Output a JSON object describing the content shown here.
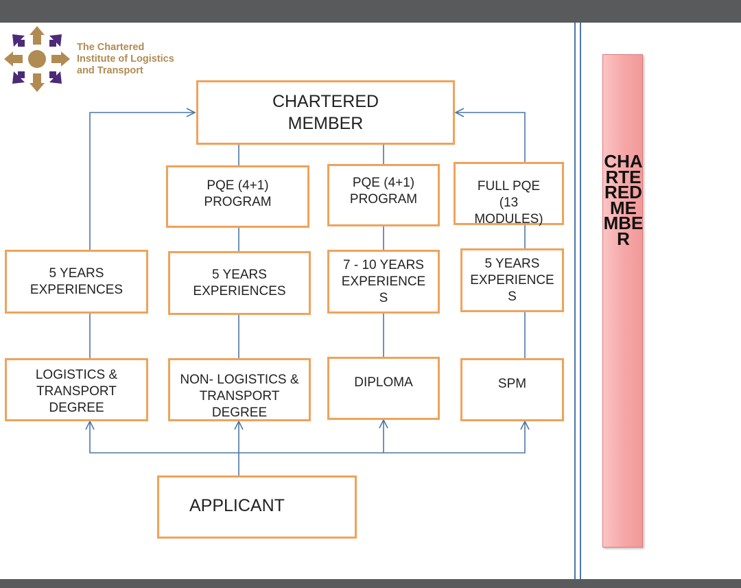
{
  "logo": {
    "lines": [
      "The Chartered",
      "Institute of Logistics",
      "and Transport"
    ],
    "colors": {
      "purple": "#4b2a78",
      "gold": "#b08b52"
    }
  },
  "nodes": {
    "chartered_member": [
      "CHARTERED",
      "MEMBER"
    ],
    "pqe_1": [
      "PQE (4+1)",
      "PROGRAM"
    ],
    "pqe_2": [
      "PQE (4+1)",
      "PROGRAM"
    ],
    "full_pqe": [
      "FULL PQE",
      "(13",
      "MODULES)"
    ],
    "exp_1": [
      "5 YEARS",
      "EXPERIENCES"
    ],
    "exp_2": [
      "5 YEARS",
      "EXPERIENCES"
    ],
    "exp_3": [
      "7 - 10 YEARS",
      "EXPERIENCE",
      "S"
    ],
    "exp_4": [
      "5 YEARS",
      "EXPERIENCE",
      "S"
    ],
    "logistics_degree": [
      "LOGISTICS &",
      "TRANSPORT",
      "DEGREE"
    ],
    "non_logistics_degree": [
      "NON- LOGISTICS &",
      "TRANSPORT",
      "DEGREE"
    ],
    "diploma": [
      "DIPLOMA"
    ],
    "spm": [
      "SPM"
    ],
    "applicant": [
      "APPLICANT"
    ]
  },
  "sidebar": {
    "label": "CHARTERED MEMBER"
  },
  "colors": {
    "box_border": "#f0a25a",
    "connector": "#4a76a8",
    "sidebar_fill": "#f6a6a6",
    "bars": "#595a5c"
  }
}
